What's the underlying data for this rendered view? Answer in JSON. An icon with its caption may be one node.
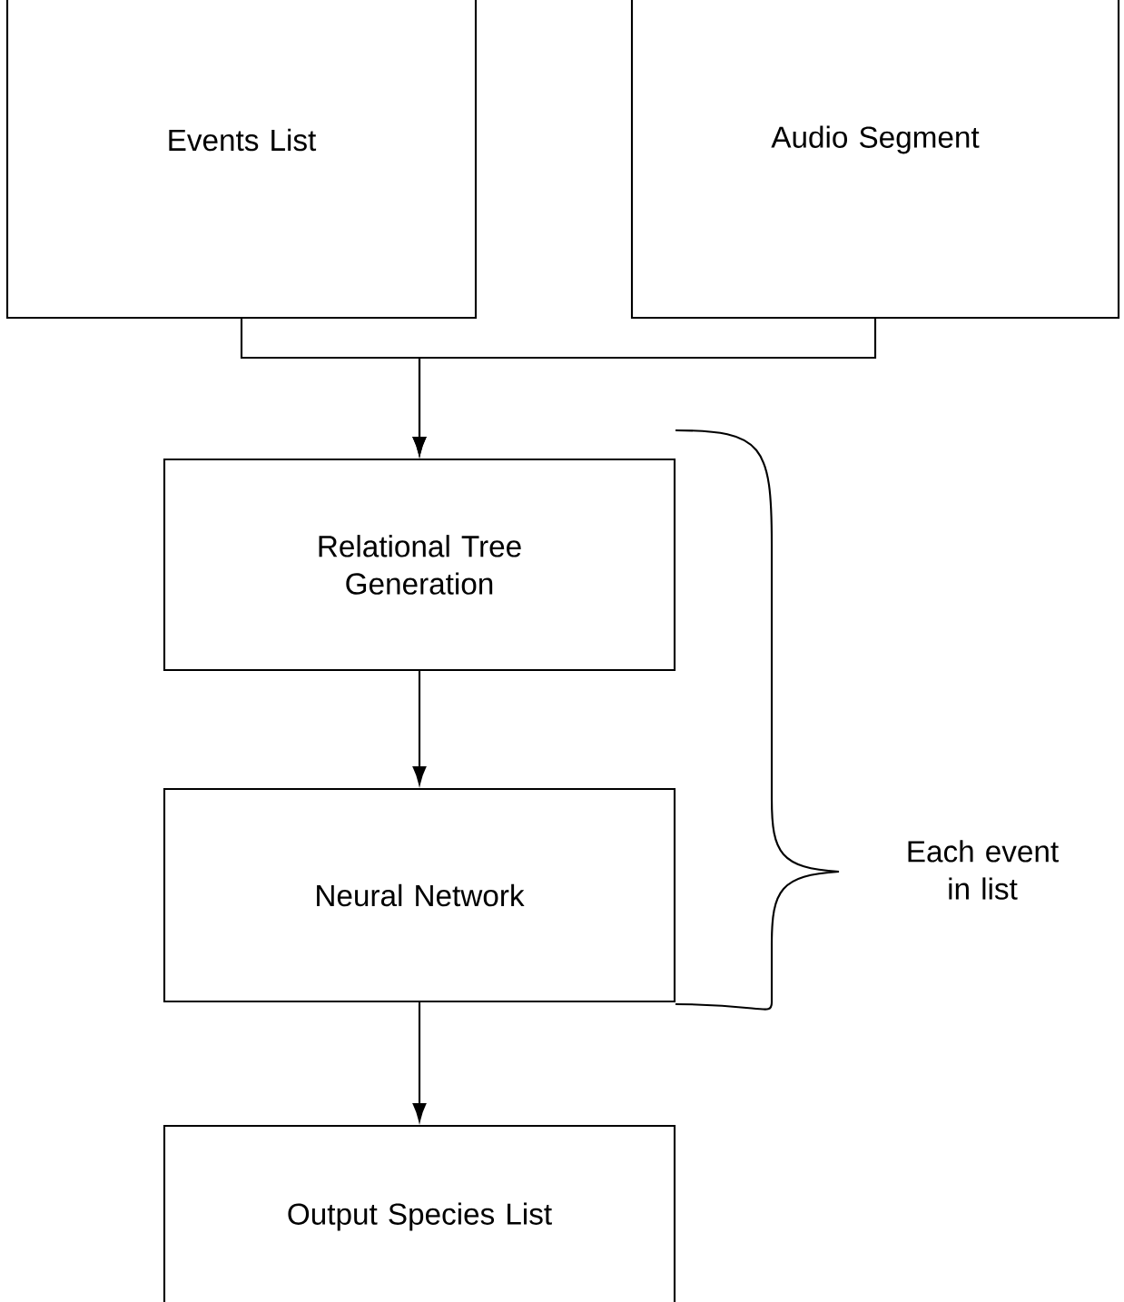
{
  "diagram": {
    "nodes": [
      {
        "text": [
          "Events List"
        ]
      },
      {
        "text": [
          "Audio Segment"
        ]
      },
      {
        "text": [
          "Relational Tree Generation"
        ]
      },
      {
        "text": [
          "Neural Network"
        ]
      },
      {
        "text": [
          "Output Species List"
        ]
      }
    ],
    "edges": [
      {
        "from": 0,
        "to": 2,
        "arrow": "to"
      },
      {
        "from": 1,
        "to": 2,
        "arrow": "to"
      },
      {
        "from": 2,
        "to": 3,
        "arrow": "to"
      },
      {
        "from": 3,
        "to": 4,
        "arrow": "to"
      }
    ],
    "labels": [
      "Each event in list"
    ]
  }
}
